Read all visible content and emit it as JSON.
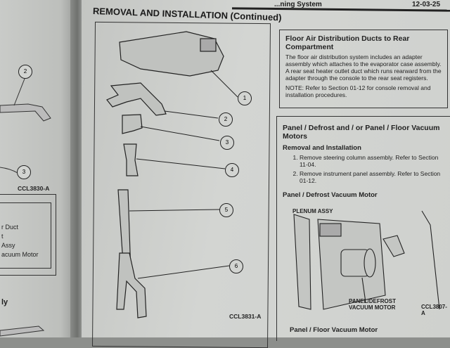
{
  "header": {
    "running_head": "...ning System",
    "page_number": "12-03-25"
  },
  "section_title": "REMOVAL AND INSTALLATION (Continued)",
  "left_page": {
    "callouts": [
      "2",
      "3"
    ],
    "figure_code": "CCL3830-A",
    "legend_items": [
      "r Duct",
      "t",
      "Assy",
      "acuum Motor"
    ],
    "heading_fragment": "ly"
  },
  "diagram": {
    "callouts": [
      "1",
      "2",
      "3",
      "4",
      "5",
      "6"
    ],
    "figure_code": "CCL3831-A"
  },
  "floor_box": {
    "heading": "Floor Air Distribution Ducts to Rear Compartment",
    "body": "The floor air distribution system includes an adapter assembly which attaches to the evaporator case assembly. A rear seat heater outlet duct which runs rearward from the adapter through the console to the rear seat registers.",
    "note": "NOTE: Refer to Section 01-12 for console removal and installation procedures."
  },
  "vacuum_section": {
    "heading": "Panel / Defrost and / or Panel / Floor Vacuum Motors",
    "subheading": "Removal and Installation",
    "steps": [
      "Remove steering column assembly. Refer to Section 11-04.",
      "Remove instrument panel assembly. Refer to Section 01-12."
    ],
    "figure_heading": "Panel / Defrost Vacuum Motor",
    "figure_labels": {
      "plenum": "PLENUM ASSY",
      "motor": "PANEL/DEFROST VACUUM MOTOR",
      "code": "CCL3807-A"
    },
    "next_heading": "Panel / Floor Vacuum Motor"
  }
}
